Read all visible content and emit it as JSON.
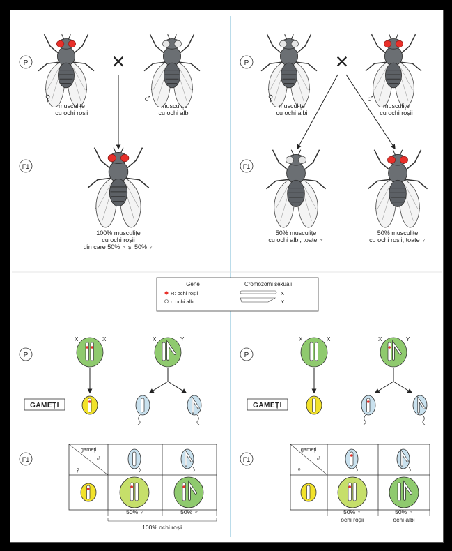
{
  "generation_labels": {
    "p": "P",
    "f1": "F1",
    "gameti": "GAMEȚI"
  },
  "sex_symbols": {
    "female": "♀",
    "male": "♂"
  },
  "cross_symbol": "×",
  "left_cross": {
    "p_female_label": [
      "musculițe",
      "cu ochi roșii"
    ],
    "p_male_label": [
      "musculițe",
      "cu ochi albi"
    ],
    "f1_label": [
      "100% musculițe",
      "cu ochi roșii",
      "din care 50% ♂ și 50% ♀"
    ]
  },
  "right_cross": {
    "p_female_label": [
      "musculițe",
      "cu ochi albi"
    ],
    "p_male_label": [
      "musculițe",
      "cu ochi roșii"
    ],
    "f1_left_label": [
      "50% musculițe",
      "cu ochi albi, toate ♂"
    ],
    "f1_right_label": [
      "50% musculițe",
      "cu ochi roșii, toate ♀"
    ]
  },
  "legend": {
    "genes_title": "Gene",
    "chromosomes_title": "Cromozomi sexuali",
    "gene_r_dominant": "R: ochi roșii",
    "gene_r_recessive": "r: ochi albi",
    "x_label": "X",
    "y_label": "Y"
  },
  "chromosome_letters": {
    "x": "X",
    "y": "Y"
  },
  "left_punnett": {
    "corner_label": "gameți",
    "pct_1": "50% ♀",
    "pct_2": "50% ♂",
    "total": "100% ochi roșii"
  },
  "right_punnett": {
    "corner_label": "gameți",
    "pct_1": "50% ♀",
    "pct_1_sub": "ochi roșii",
    "pct_2": "50% ♂",
    "pct_2_sub": "ochi albi"
  },
  "colors": {
    "red_eye": "#e8302a",
    "cell_green": "#8fca6e",
    "cell_yellow": "#f2e22a",
    "cell_blue": "#c9e1ee",
    "divider": "#8ec6dd",
    "fly_body": "#6b6f73"
  }
}
